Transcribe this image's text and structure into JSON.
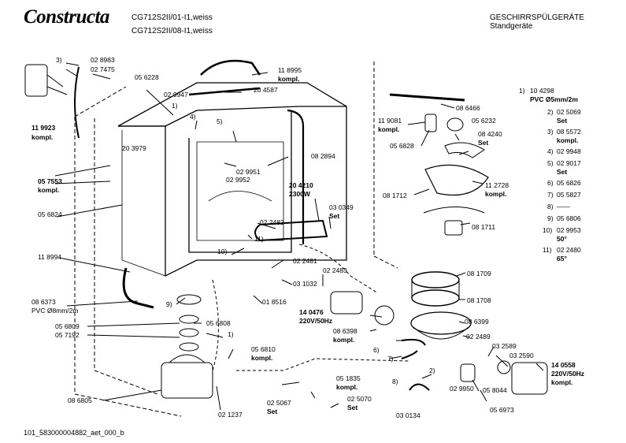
{
  "header": {
    "brand": "Constructa",
    "model_line1": "CG712S2II/01-I1,weiss",
    "model_line2": "CG712S2II/08-I1,weiss",
    "category": "GESCHIRRSPÜLGERÄTE",
    "subcategory": "Standgeräte"
  },
  "footer": {
    "doc_id": "101_583000004882_aet_000_b"
  },
  "legend": [
    {
      "ref": "1)",
      "line1": "10 4298",
      "line2": "PVC Ø5mm/2m"
    },
    {
      "ref": "2)",
      "line1": "02 5069",
      "line2": "Set"
    },
    {
      "ref": "3)",
      "line1": "08 5572",
      "line2": "kompl."
    },
    {
      "ref": "4)",
      "line1": "02 9948",
      "line2": ""
    },
    {
      "ref": "5)",
      "line1": "02 9017",
      "line2": "Set"
    },
    {
      "ref": "6)",
      "line1": "05 6826",
      "line2": ""
    },
    {
      "ref": "7)",
      "line1": "05 5827",
      "line2": ""
    },
    {
      "ref": "8)",
      "line1": "——",
      "line2": ""
    },
    {
      "ref": "9)",
      "line1": "05 6806",
      "line2": ""
    },
    {
      "ref": "10)",
      "line1": "02 9953",
      "line2": "50°"
    },
    {
      "ref": "11)",
      "line1": "02 2480",
      "line2": "65°"
    }
  ],
  "labels": {
    "l1": "3)",
    "l2": "02 8983",
    "l3": "02 7475",
    "l4": "05 6228",
    "l5": "11 8995",
    "l6": "kompl.",
    "l7": "02 9947",
    "l8": "20 4587",
    "l9": "1)",
    "l10": "4)",
    "l11": "5)",
    "l12": "11 9923",
    "l13": "kompl.",
    "l14": "20 3979",
    "l15": "05 7553",
    "l16": "kompl.",
    "l17": "05 6824",
    "l18": "02 9951",
    "l19": "02 9952",
    "l20": "08 2894",
    "l21": "20 4210",
    "l22": "2300W",
    "l23": "03 0349",
    "l24": "Set",
    "l25": "02 2482",
    "l26": "11)",
    "l27": "10)",
    "l28": "02 2481",
    "l29": "11 8994",
    "l30": "03 1032",
    "l31": "02 2483",
    "l32": "08 6373",
    "l33": "PVC Ø8mm/2m",
    "l34": "9)",
    "l35": "01 8516",
    "l36": "05 6809",
    "l37": "05 7192",
    "l38": "05 6808",
    "l39": "1)",
    "l40": "05 6810",
    "l41": "kompl.",
    "l42": "08 6805",
    "l43": "05 1835",
    "l44": "kompl.",
    "l45": "02 5067",
    "l46": "Set",
    "l47": "02 5070",
    "l48": "Set",
    "l49": "02 1237",
    "l50": "08 6466",
    "l51": "11 9081",
    "l52": "kompl.",
    "l53": "05 6232",
    "l54": "08 4240",
    "l55": "Set",
    "l56": "05 6828",
    "l57": "11 2728",
    "l58": "kompl.",
    "l59": "08 1712",
    "l60": "08 1711",
    "l61": "08 1709",
    "l62": "08 1708",
    "l63": "14 0476",
    "l64": "220V/50Hz",
    "l65": "08 6398",
    "l66": "kompl.",
    "l67": "08 6399",
    "l68": "6)",
    "l69": "7)",
    "l70": "02 2489",
    "l71": "03 2589",
    "l72": "03 2590",
    "l73": "14 0558",
    "l74": "220V/50Hz",
    "l75": "kompl.",
    "l76": "2)",
    "l77": "02 9950",
    "l78": "05 8044",
    "l79": "05 6973",
    "l80": "03 0134",
    "l81": "8)"
  }
}
